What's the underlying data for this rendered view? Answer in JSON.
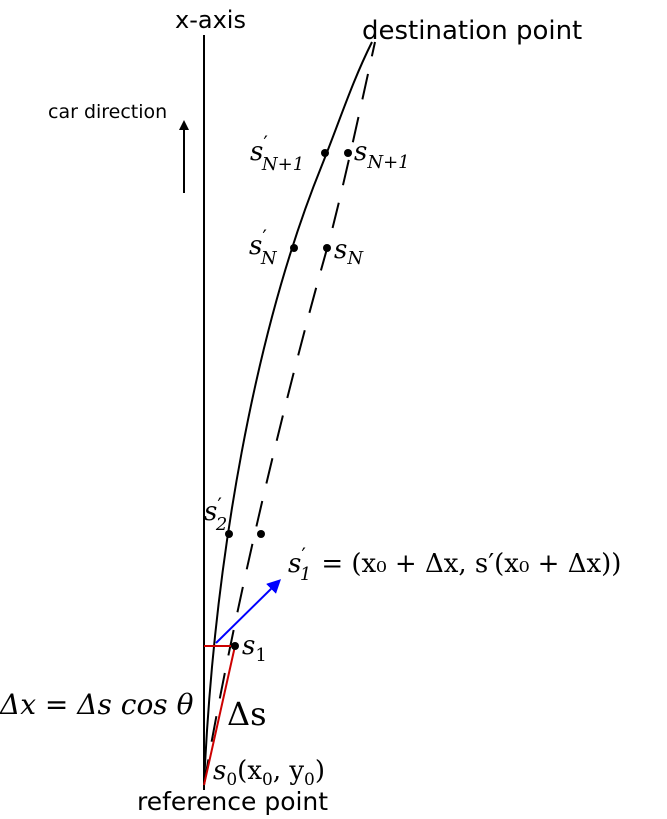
{
  "labels": {
    "x_axis": "x-axis",
    "destination": "destination point",
    "car_direction": "car direction",
    "reference": "reference point",
    "delta_x_formula": "Δx = Δs cos θ",
    "delta_s": "Δs"
  },
  "points": {
    "s0": {
      "base": "s",
      "sub": "0",
      "tail": "(x",
      "tail_sub": "0",
      "tail2": ", y",
      "tail_sub2": "0",
      "tail3": ")"
    },
    "s1": {
      "base": "s",
      "sub": "1"
    },
    "s1_prime": {
      "base": "s",
      "prime": "′",
      "sub": "1",
      "formula": "= (x₀ + Δx, s′(x₀ + Δx))"
    },
    "s2_prime": {
      "base": "s",
      "prime": "′",
      "sub": "2"
    },
    "sN": {
      "base": "s",
      "sub": "N"
    },
    "sN_prime": {
      "base": "s",
      "prime": "′",
      "sub": "N"
    },
    "sN1": {
      "base": "s",
      "sub": "N+1"
    },
    "sN1_prime": {
      "base": "s",
      "prime": "′",
      "sub": "N+1"
    }
  },
  "colors": {
    "curve": "#000000",
    "vector": "#0000ff",
    "construction": "#cc0000"
  }
}
